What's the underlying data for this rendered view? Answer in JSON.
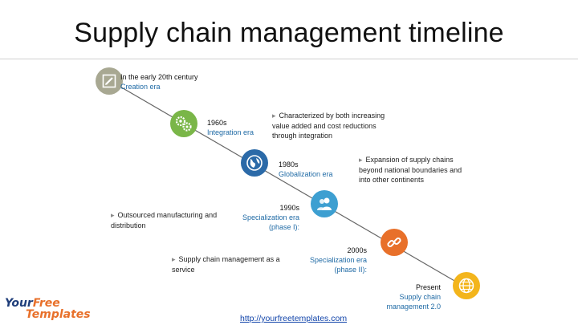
{
  "title": "Supply chain management timeline",
  "milestones": [
    {
      "year": "In the early 20th century",
      "era": "Creation era",
      "icon": "pencil-icon",
      "color": "#a8a892"
    },
    {
      "year": "1960s",
      "era": "Integration era",
      "icon": "gears-icon",
      "color": "#7ab648"
    },
    {
      "year": "1980s",
      "era": "Globalization era",
      "icon": "globe-icon",
      "color": "#2b6aa8"
    },
    {
      "year": "1990s",
      "era": "Specialization era (phase I):",
      "icon": "users-icon",
      "color": "#3d9fd1"
    },
    {
      "year": "2000s",
      "era": "Specialization era (phase II):",
      "icon": "link-icon",
      "color": "#e8702a"
    },
    {
      "year": "Present",
      "era": "Supply chain management 2.0",
      "icon": "globe-grid-icon",
      "color": "#f3b51c"
    }
  ],
  "notes": [
    "Characterized by both increasing value added and cost reductions through integration",
    "Expansion of supply chains beyond national boundaries and into other continents",
    "Outsourced manufacturing and distribution",
    "Supply chain management as a service"
  ],
  "footer_url": "http://yourfreetemplates.com",
  "logo": {
    "line1_a": "Your",
    "line1_b": "Free",
    "line2": "Templates"
  }
}
